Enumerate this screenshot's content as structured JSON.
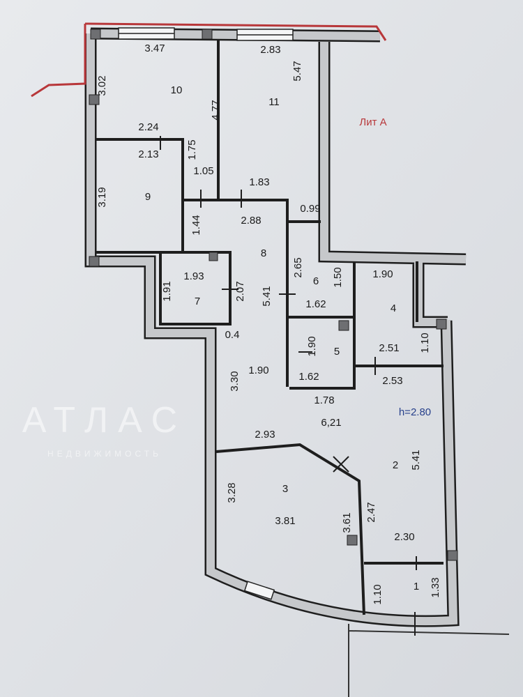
{
  "plan": {
    "building_label": "Лит А",
    "ceiling_height": "h=2.80",
    "rooms": [
      "10",
      "11",
      "9",
      "8",
      "7",
      "6",
      "4",
      "5",
      "2",
      "3",
      "1"
    ],
    "dimensions_horizontal": [
      "3.47",
      "2.83",
      "2.24",
      "2.13",
      "1.05",
      "1.83",
      "2.88",
      "0.99",
      "1.93",
      "1.90",
      "1.62",
      "0.4",
      "2.51",
      "1.90",
      "1.62",
      "2.53",
      "1.78",
      "6,21",
      "2.93",
      "3.81",
      "2.30"
    ],
    "dimensions_vertical": [
      "3.02",
      "4.77",
      "5.47",
      "1.75",
      "3.19",
      "1.44",
      "2.65",
      "1.50",
      "1.91",
      "2.07",
      "5.41",
      "1.90",
      "1.10",
      "3.30",
      "5.41",
      "3.28",
      "3.61",
      "2.47",
      "1.10",
      "1.33"
    ]
  },
  "watermark": {
    "brand": "АТЛАС",
    "tagline": "НЕДВИЖИМОСТЬ"
  },
  "colors": {
    "background": "#dfe2e6",
    "wall_fill": "#c6c8cb",
    "outline_red": "#b8373a",
    "label_blue": "#27408b"
  }
}
